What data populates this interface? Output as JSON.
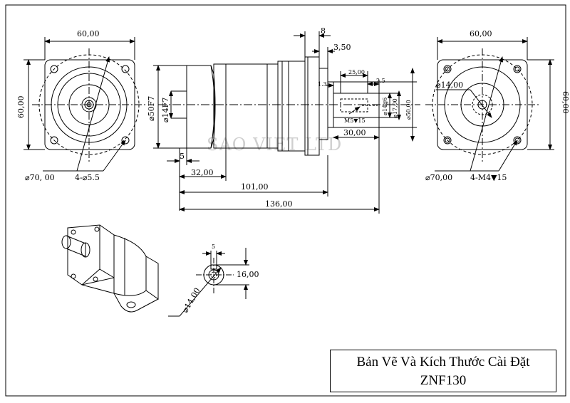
{
  "drawing": {
    "watermark": "SAO VIET LTD",
    "front_view": {
      "width": "60,00",
      "height": "60,00",
      "outer_dia": "⌀70, 00",
      "holes": "4-⌀5.5"
    },
    "side_view": {
      "flange_dia": "⌀50F7",
      "shaft_bore": "⌀14F7",
      "len_5": "5",
      "len_32": "32,00",
      "len_101": "101,00",
      "len_136": "136,00",
      "len_8": "8",
      "len_350": "3,50",
      "len_25": "25,00",
      "len_25b": "2.5",
      "len_13": "1.3",
      "shaft_g6": "⌀14g6",
      "shaft_17": "⌀17,00",
      "shaft_50": "⌀50,00",
      "thread": "M5▼15",
      "len_30": "30,00"
    },
    "rear_view": {
      "width": "60,00",
      "height": "60,00",
      "bore": "⌀14,00",
      "outer_dia": "⌀70,00",
      "holes": "4-M4▼15"
    },
    "key_detail": {
      "key_w": "5",
      "height": "16,00",
      "dia": "⌀14,00"
    }
  },
  "title_block": {
    "line1": "Bản Vẽ Và Kích Thước Cài Đặt",
    "line2": "ZNF130"
  }
}
